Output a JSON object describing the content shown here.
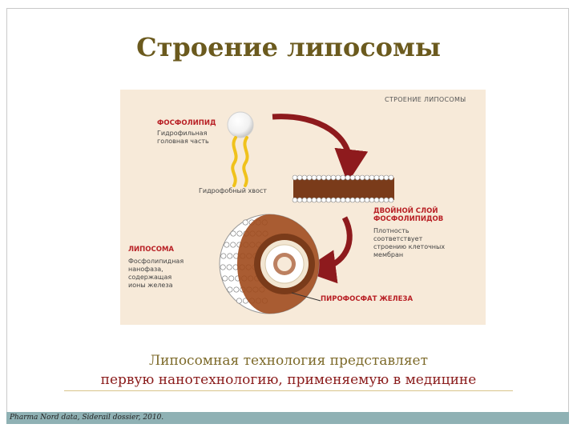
{
  "slide": {
    "title": "Строение липосомы",
    "caption_line1": "Липосомная технология представляет",
    "caption_line2": "первую нанотехнологию, применяемую в медицине",
    "source": "Pharma Nord data, Siderail dossier, 2010."
  },
  "figure": {
    "corner_title": "СТРОЕНИЕ ЛИПОСОМЫ",
    "phospholipid": {
      "heading": "ФОСФОЛИПИД",
      "head_label_1": "Гидрофильная",
      "head_label_2": "головная часть",
      "tail_label": "Гидрофобный хвост"
    },
    "bilayer": {
      "heading_1": "ДВОЙНОЙ СЛОЙ",
      "heading_2": "ФОСФОЛИПИДОВ",
      "desc_1": "Плотность",
      "desc_2": "соответствует",
      "desc_3": "строению клеточных",
      "desc_4": "мембран"
    },
    "liposome": {
      "heading": "ЛИПОСОМА",
      "desc_1": "Фосфолипидная",
      "desc_2": "нанофаза,",
      "desc_3": "содержащая",
      "desc_4": "ионы железа"
    },
    "iron_label": "ПИРОФОСФАТ ЖЕЛЕЗА"
  },
  "colors": {
    "title": "#6b5a1e",
    "accent_red": "#b81f24",
    "arrow": "#8e1a1d",
    "tail_yellow": "#f0c21b",
    "bilayer_core": "#7a3b1a",
    "footer_bar": "#8fb1b4"
  }
}
